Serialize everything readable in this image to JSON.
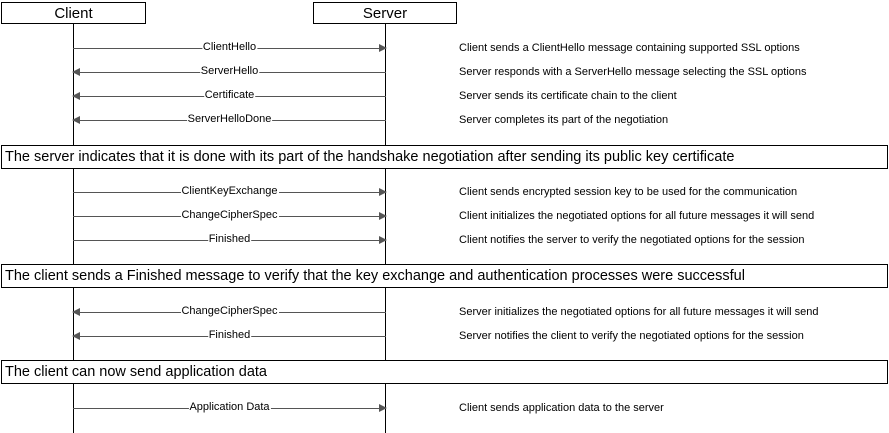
{
  "participants": {
    "client": "Client",
    "server": "Server"
  },
  "groups": [
    {
      "messages": [
        {
          "label": "ClientHello",
          "direction": "client-to-server",
          "description": "Client sends a ClientHello message containing supported SSL options"
        },
        {
          "label": "ServerHello",
          "direction": "server-to-client",
          "description": "Server responds with a ServerHello message selecting the SSL options"
        },
        {
          "label": "Certificate",
          "direction": "server-to-client",
          "description": "Server sends its certificate chain to the client"
        },
        {
          "label": "ServerHelloDone",
          "direction": "server-to-client",
          "description": "Server completes its part of the negotiation"
        }
      ],
      "note": "The server indicates that it is done with its part of the handshake negotiation after sending its public key certificate"
    },
    {
      "messages": [
        {
          "label": "ClientKeyExchange",
          "direction": "client-to-server",
          "description": "Client sends encrypted session key to be used for the communication"
        },
        {
          "label": "ChangeCipherSpec",
          "direction": "client-to-server",
          "description": "Client initializes the negotiated options for all future messages it will send"
        },
        {
          "label": "Finished",
          "direction": "client-to-server",
          "description": "Client notifies the server to verify the negotiated options for the session"
        }
      ],
      "note": "The client sends a Finished message to verify that the key exchange and authentication processes were successful"
    },
    {
      "messages": [
        {
          "label": "ChangeCipherSpec",
          "direction": "server-to-client",
          "description": "Server initializes the negotiated options for all future messages it will send"
        },
        {
          "label": "Finished",
          "direction": "server-to-client",
          "description": "Server notifies the client  to verify the negotiated options for the session"
        }
      ],
      "note": "The client can now send application data"
    },
    {
      "messages": [
        {
          "label": "Application Data",
          "direction": "client-to-server",
          "description": "Client sends application data to the server"
        }
      ]
    }
  ]
}
